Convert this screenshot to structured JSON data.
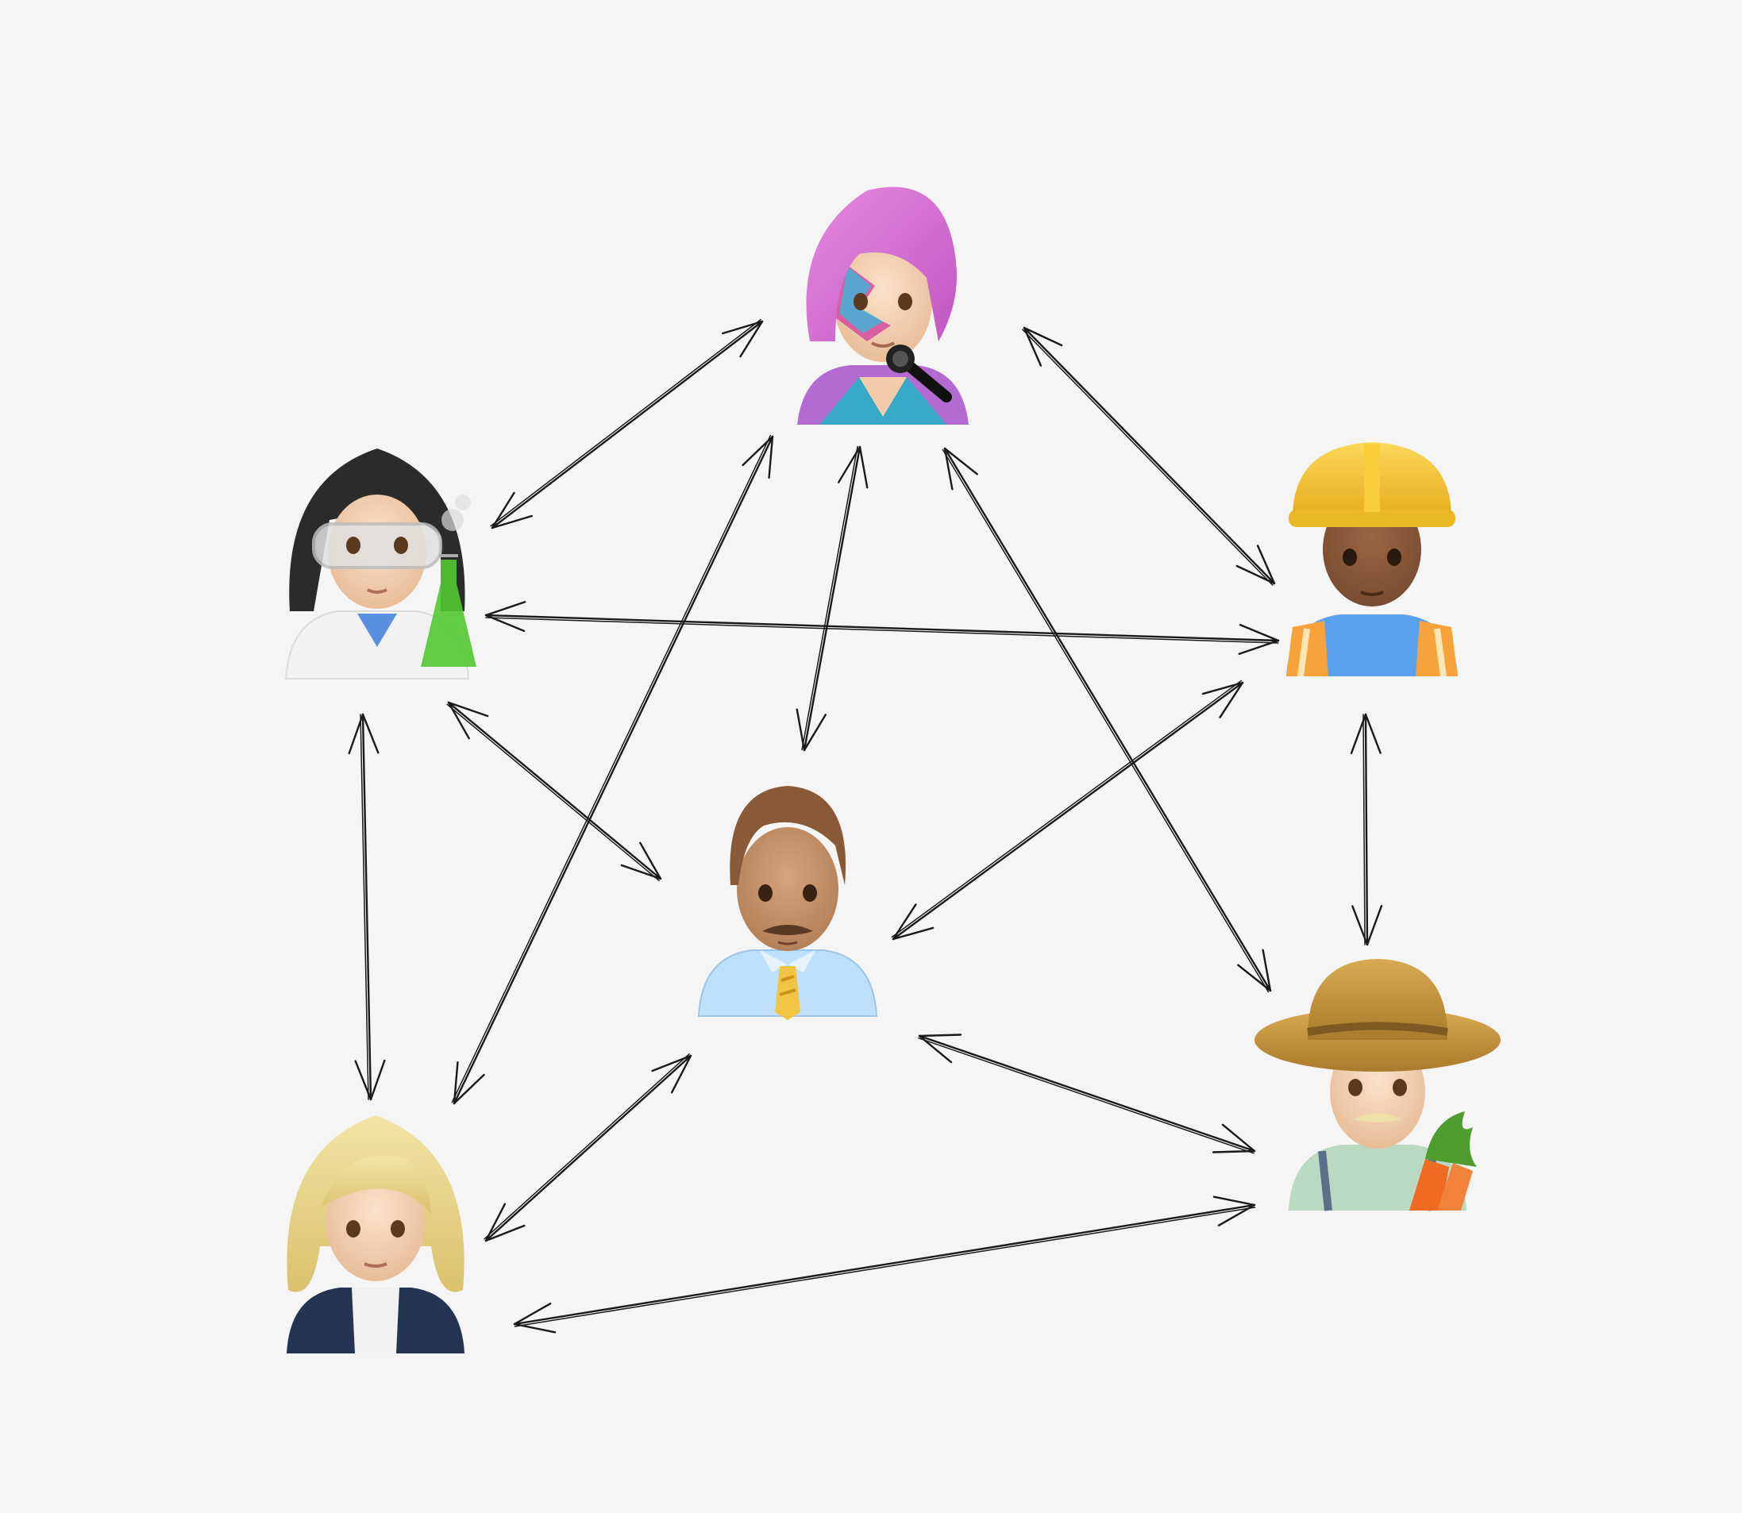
{
  "diagram": {
    "type": "network",
    "nodes": [
      {
        "id": "singer",
        "icon": "singer-person-icon",
        "colors": {
          "hair": "#d66fd0",
          "jacket": "#b36ad1",
          "skin": "#f3cba8"
        }
      },
      {
        "id": "scientist",
        "icon": "scientist-person-icon",
        "colors": {
          "hair": "#2b2b2b",
          "coat": "#f2f2f2",
          "flask": "#53c832",
          "skin": "#f7d8bf"
        }
      },
      {
        "id": "construction-worker",
        "icon": "construction-worker-icon",
        "colors": {
          "helmet": "#f6c42d",
          "vest": "#f7a23a",
          "shirt": "#5aa2f0",
          "skin": "#8b5a3a"
        }
      },
      {
        "id": "office-worker",
        "icon": "office-worker-icon",
        "colors": {
          "hair": "#8a5a38",
          "shirt": "#bfe0fa",
          "tie": "#f2c446",
          "skin": "#c4926a"
        }
      },
      {
        "id": "businesswoman",
        "icon": "businesswoman-icon",
        "colors": {
          "hair": "#e8d68b",
          "blazer": "#263454",
          "skin": "#f2cfaf"
        }
      },
      {
        "id": "farmer",
        "icon": "farmer-icon",
        "colors": {
          "hat": "#c9973d",
          "shirt": "#b9d9c0",
          "carrot": "#f06b22",
          "skin": "#f2d6bf"
        }
      }
    ],
    "edges": [
      [
        "singer",
        "scientist"
      ],
      [
        "singer",
        "construction-worker"
      ],
      [
        "singer",
        "office-worker"
      ],
      [
        "singer",
        "businesswoman"
      ],
      [
        "singer",
        "farmer"
      ],
      [
        "scientist",
        "construction-worker"
      ],
      [
        "scientist",
        "office-worker"
      ],
      [
        "scientist",
        "businesswoman"
      ],
      [
        "construction-worker",
        "office-worker"
      ],
      [
        "construction-worker",
        "farmer"
      ],
      [
        "office-worker",
        "farmer"
      ],
      [
        "office-worker",
        "businesswoman"
      ],
      [
        "businesswoman",
        "farmer"
      ]
    ],
    "edge_style": "double-headed arrow",
    "edge_color": "#1a1a1a",
    "background": "#f5f5f5"
  }
}
